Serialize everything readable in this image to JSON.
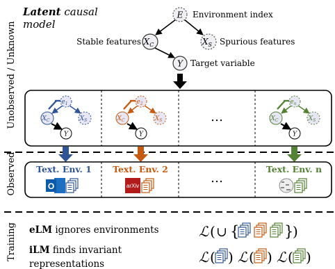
{
  "colors": {
    "env1": "#2f5597",
    "env2": "#c55a11",
    "envn": "#548235",
    "node_fill": "#e7e6f5",
    "text": "#000000",
    "text_env2": "#c55a11",
    "env_label_color1": "#2f5597",
    "env_label_color2": "#c55a11",
    "env_label_colorn": "#548235"
  },
  "side_labels": {
    "unobserved": "Unobserved / Unknown",
    "observed": "Observed",
    "training": "Training"
  },
  "latent_model": {
    "title_bold": "Latent",
    "title_rest_line1": " causal",
    "title_line2": "model",
    "node_e": "E",
    "node_xc": "X",
    "node_xc_sub": "C",
    "node_xs": "X",
    "node_xs_sub": "S",
    "node_y": "Y",
    "label_e": "Environment index",
    "label_xc": "Stable features",
    "label_xs": "Spurious features",
    "label_y": "Target variable"
  },
  "env_graphs": [
    {
      "e_label": "e",
      "e_sub": "1",
      "xc": "X",
      "xc_sub": "C",
      "xs": "X",
      "xs_sub": "S",
      "y": "Y"
    },
    {
      "e_label": "e",
      "e_sub": "2",
      "xc": "X",
      "xc_sub": "C",
      "xs": "X",
      "xs_sub": "S",
      "y": "Y"
    },
    {
      "e_label": "e",
      "e_sub": "n",
      "xc": "X",
      "xc_sub": "C",
      "xs": "X",
      "xs_sub": "S",
      "y": "Y"
    }
  ],
  "ellipsis": "…",
  "text_envs": [
    "Text. Env. 1",
    "Text. Env. 2",
    "Text. Env. n"
  ],
  "env_logos": {
    "outlook_letter": "O",
    "arxiv_label": "arXiv"
  },
  "training": {
    "elm_bold": "eLM",
    "elm_rest": " ignores environments",
    "ilm_bold": "iLM",
    "ilm_rest_line1": " finds invariant",
    "ilm_line2": "representations",
    "loss_symbol": "ℒ",
    "union_symbol": "∪",
    "open_paren": "(",
    "close_paren": ")",
    "open_brace": "{",
    "close_brace": "}"
  }
}
